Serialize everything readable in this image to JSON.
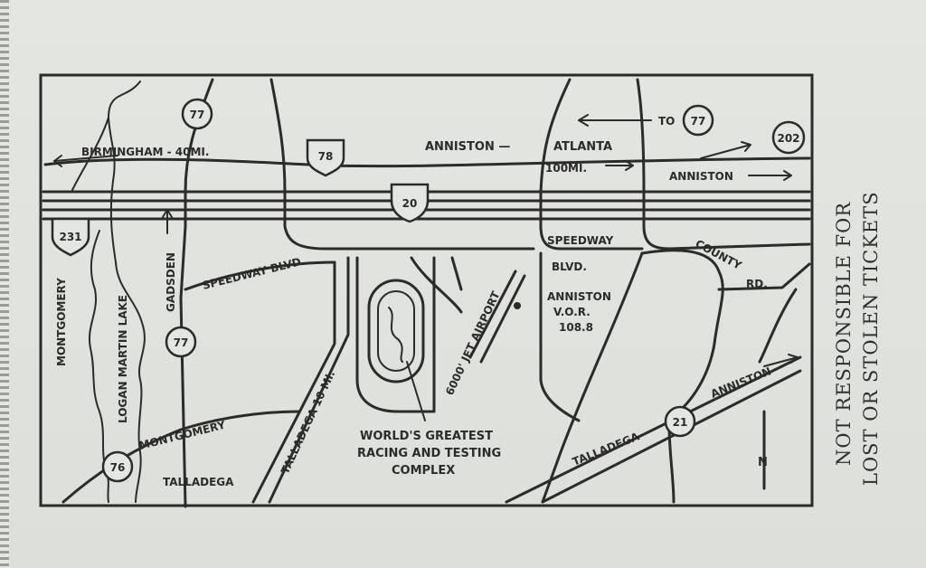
{
  "map": {
    "labels": {
      "birmingham": "BIRMINGHAM - 40MI.",
      "anniston_top": "ANNISTON —",
      "atlanta": "ATLANTA",
      "atlanta_dist": "100MI.",
      "to": "TO",
      "anniston_right": "ANNISTON",
      "speedway_blvd_left": "SPEEDWAY BLVD.",
      "speedway_right": "SPEEDWAY",
      "blvd_right": "BLVD.",
      "county": "COUNTY",
      "rd": "RD.",
      "gadsden": "GADSDEN",
      "montgomery_vertical": "MONTGOMERY",
      "logan_martin_lake": "LOGAN MARTIN LAKE",
      "montgomery_road": "MONTGOMERY",
      "talladega_bottom": "TALLADEGA",
      "talladega_10": "TALLADEGA 10 MI.",
      "jet_airport": "6000' JET AIRPORT",
      "vor_1": "ANNISTON",
      "vor_2": "V.O.R.",
      "vor_3": "108.8",
      "speedway_caption_1": "WORLD'S GREATEST",
      "speedway_caption_2": "RACING AND TESTING",
      "speedway_caption_3": "COMPLEX",
      "talladega_lower": "TALLADEGA",
      "anniston_lower": "ANNISTON",
      "north": "N"
    },
    "shields": {
      "us77_top": "77",
      "us78": "78",
      "i20": "20",
      "us231": "231",
      "us77_mid": "77",
      "us76": "76",
      "sr21": "21",
      "to77": "77",
      "sr202": "202"
    }
  },
  "disclaimer": {
    "line1": "NOT RESPONSIBLE FOR",
    "line2": "LOST OR STOLEN TICKETS"
  },
  "colors": {
    "ink": "#2b2b2b",
    "paper": "#e4e6e1"
  }
}
